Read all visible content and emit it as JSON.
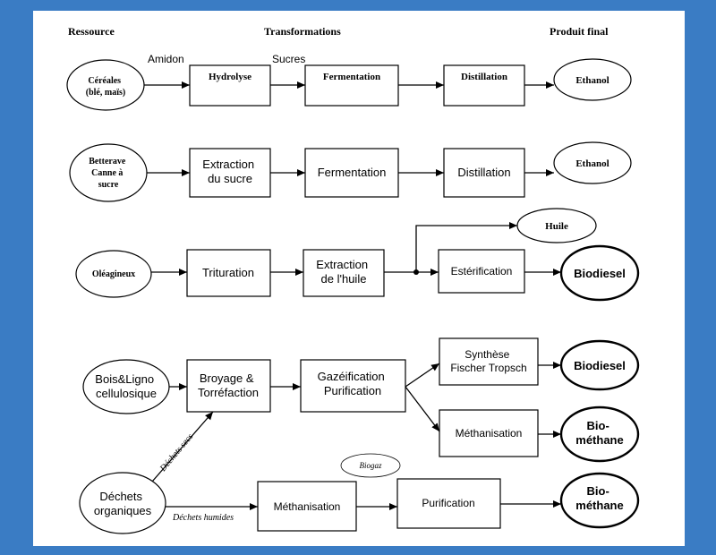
{
  "headers": {
    "ressource": "Ressource",
    "transformations": "Transformations",
    "produit_final": "Produit final"
  },
  "edge_labels": {
    "amidon": "Amidon",
    "sucres": "Sucres",
    "dechets_secs": "Déchets secs",
    "dechets_humides": "Déchets humides",
    "biogaz": "Biogaz"
  },
  "row1": {
    "resource": [
      "Céréales",
      "(blé, maïs)"
    ],
    "step1": "Hydrolyse",
    "step2": "Fermentation",
    "step3": "Distillation",
    "product": "Ethanol"
  },
  "row2": {
    "resource": [
      "Betterave",
      "Canne à",
      "sucre"
    ],
    "step1": [
      "Extraction",
      "du sucre"
    ],
    "step2": "Fermentation",
    "step3": "Distillation",
    "product": "Ethanol"
  },
  "row3": {
    "resource": "Oléagineux",
    "step1": "Trituration",
    "step2": [
      "Extraction",
      "de l'huile"
    ],
    "step3": "Estérification",
    "branch_product": "Huile",
    "product": "Biodiesel"
  },
  "row4": {
    "resource": [
      "Bois&Ligno",
      "cellulosique"
    ],
    "step1": [
      "Broyage &",
      "Torréfaction"
    ],
    "step2": [
      "Gazéification",
      "Purification"
    ],
    "step3a": [
      "Synthèse",
      "Fischer Tropsch"
    ],
    "product_a": "Biodiesel",
    "step3b": "Méthanisation",
    "product_b": [
      "Bio-",
      "méthane"
    ]
  },
  "row5": {
    "resource": [
      "Déchets",
      "organiques"
    ],
    "step1": "Méthanisation",
    "step2": "Purification",
    "product": [
      "Bio-",
      "méthane"
    ]
  }
}
